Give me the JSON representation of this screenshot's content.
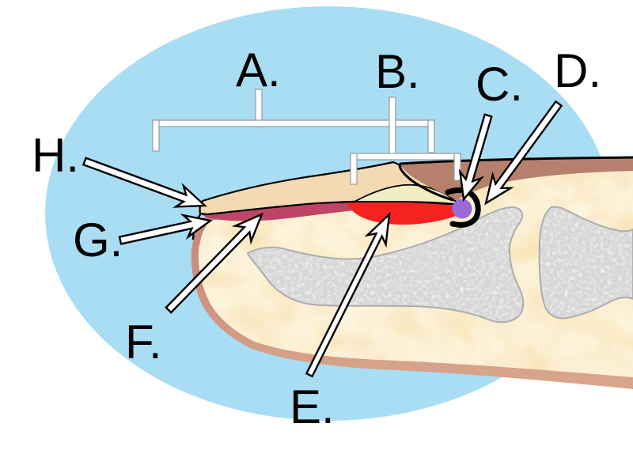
{
  "labels": {
    "a": "A.",
    "b": "B.",
    "c": "C.",
    "d": "D.",
    "e": "E.",
    "f": "F.",
    "g": "G.",
    "h": "H."
  },
  "colors": {
    "sky": "#a9ddf4",
    "flesh": "#f8e1aa",
    "skin_band_top": "#b5816c",
    "skin_band_bottom": "#d9a78c",
    "skin_tip": "#cb8d82",
    "nail_plate": "#f3dab2",
    "nail_bed_dark": "#c04468",
    "nail_bed_red": "#f52222",
    "lunula": "#f1edc4",
    "matrix_dot": "#9a6ad8",
    "hook": "#000000",
    "bone": "#f7f7f5",
    "bone_outline": "#a8a8a8",
    "marker_white": "#ffffff",
    "bracket_outline": "#99a0a6",
    "label_color": "#000000"
  }
}
